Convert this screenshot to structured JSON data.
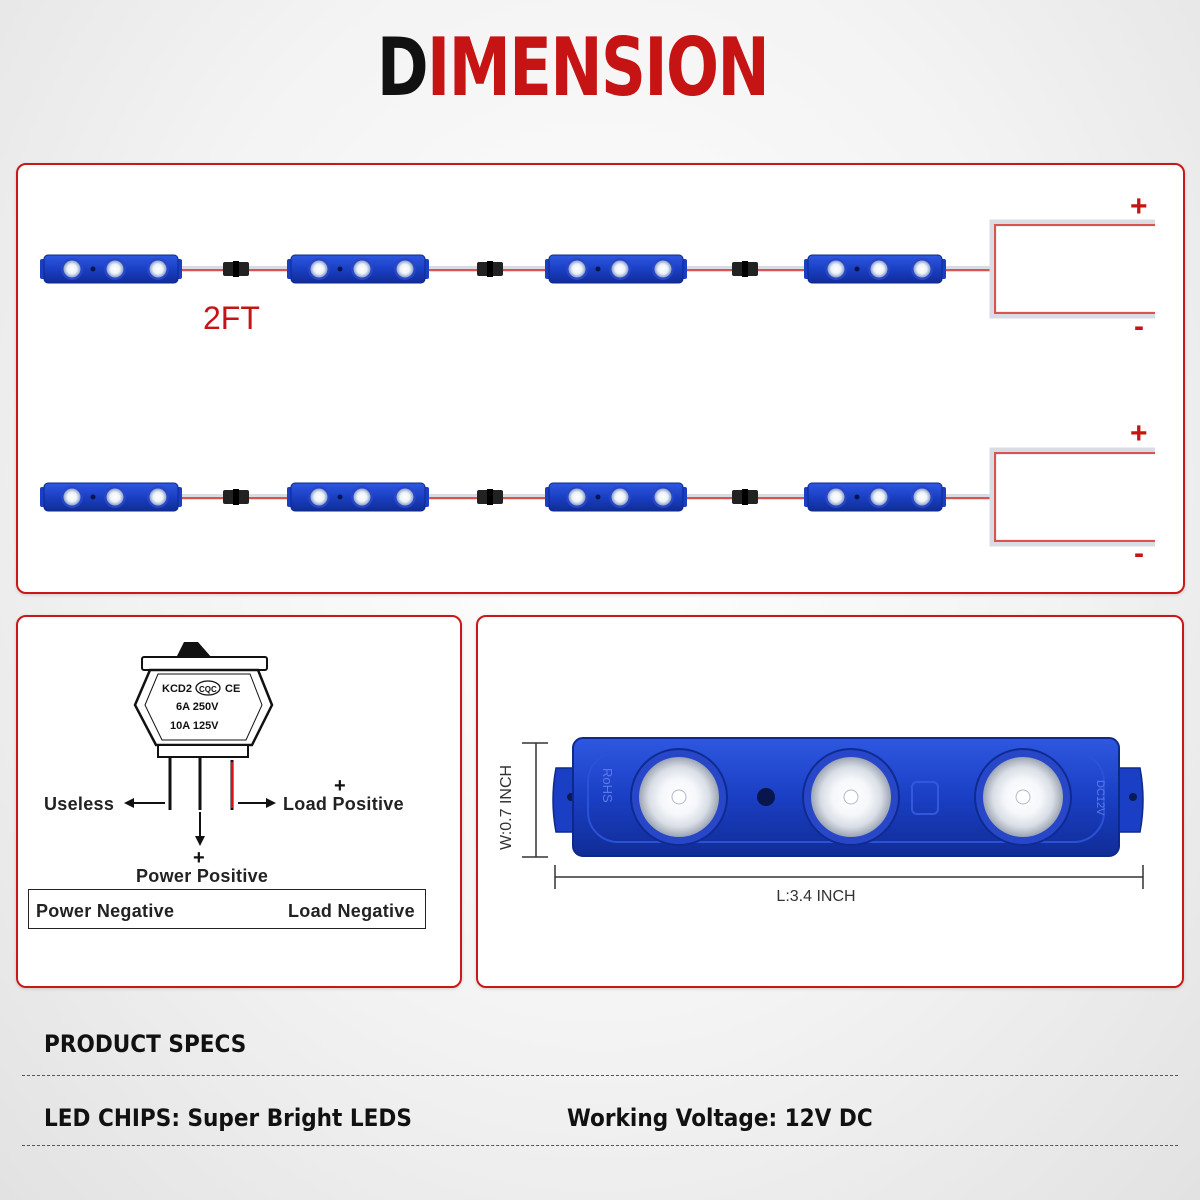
{
  "header": {
    "title_first_letter": "D",
    "title_rest": "IMENSION"
  },
  "strip_panel": {
    "length_label": "2FT",
    "positive_sign": "+",
    "negative_sign": "-",
    "module_count_per_strip": 4,
    "strip_count": 2
  },
  "switch_panel": {
    "switch_brand": "KCD2",
    "switch_cert_1": "CQC",
    "switch_cert_2": "CE",
    "rating_1": "6A 250V",
    "rating_2": "10A 125V",
    "useless_label": "Useless",
    "load_positive_label": "Load Positive",
    "power_positive_label": "Power Positive",
    "plus_sign": "+",
    "power_negative_label": "Power Negative",
    "load_negative_label": "Load Negative"
  },
  "module_panel": {
    "width_label": "W:0.7 INCH",
    "length_label": "L:3.4 INCH",
    "rohs_text": "RoHS",
    "voltage_text": "DC12V"
  },
  "specs": {
    "title": "PRODUCT SPECS",
    "led_chips": "LED CHIPS: Super Bright LEDS",
    "working_voltage": "Working Voltage: 12V DC"
  },
  "colors": {
    "accent_red": "#c61414",
    "module_blue": "#1a3fc4",
    "title_black": "#111111"
  }
}
